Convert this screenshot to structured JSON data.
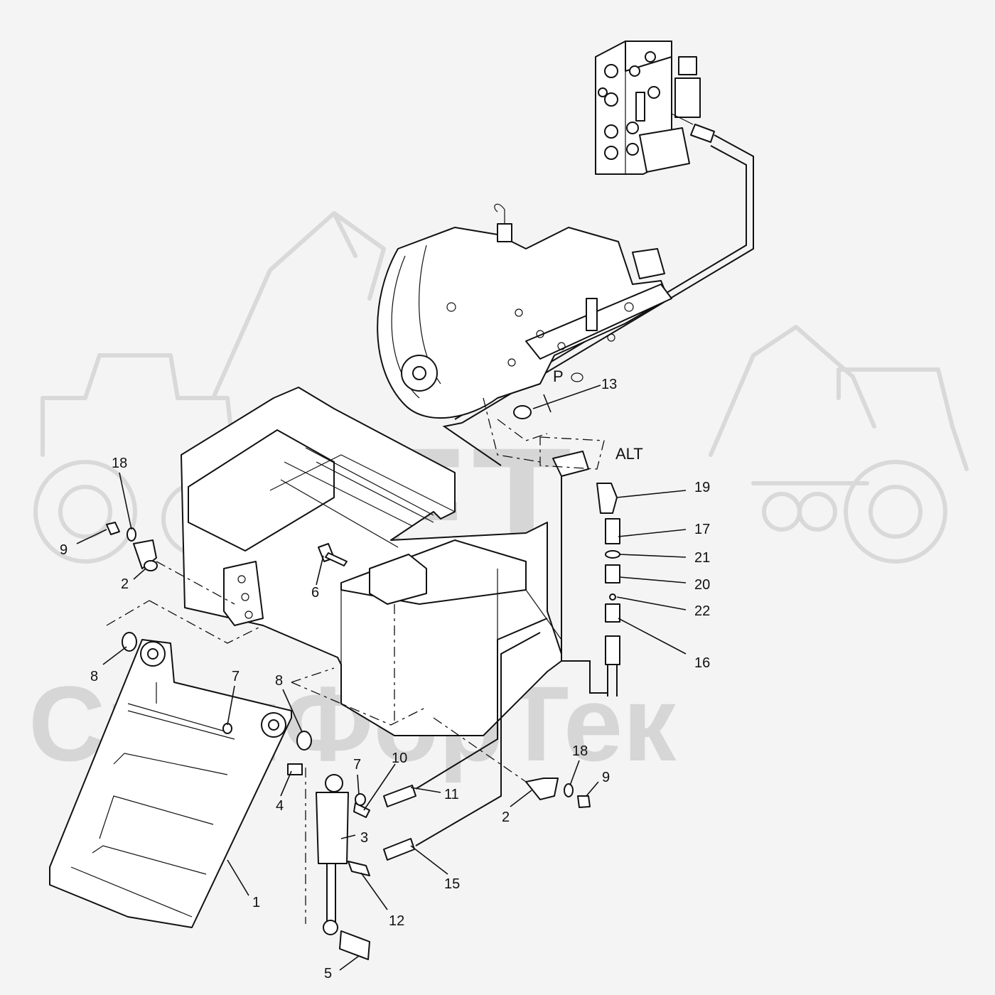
{
  "watermark": {
    "logo_text": "SFT",
    "brand_text": "СканФорТек"
  },
  "port_labels": {
    "p": "P",
    "alt": "ALT"
  },
  "callouts": [
    {
      "id": "c1",
      "text": "1"
    },
    {
      "id": "c2a",
      "text": "2"
    },
    {
      "id": "c2b",
      "text": "2"
    },
    {
      "id": "c3",
      "text": "3"
    },
    {
      "id": "c4",
      "text": "4"
    },
    {
      "id": "c5",
      "text": "5"
    },
    {
      "id": "c6",
      "text": "6"
    },
    {
      "id": "c7a",
      "text": "7"
    },
    {
      "id": "c7b",
      "text": "7"
    },
    {
      "id": "c8a",
      "text": "8"
    },
    {
      "id": "c8b",
      "text": "8"
    },
    {
      "id": "c9a",
      "text": "9"
    },
    {
      "id": "c9b",
      "text": "9"
    },
    {
      "id": "c10",
      "text": "10"
    },
    {
      "id": "c11",
      "text": "11"
    },
    {
      "id": "c12",
      "text": "12"
    },
    {
      "id": "c13",
      "text": "13"
    },
    {
      "id": "c15",
      "text": "15"
    },
    {
      "id": "c16",
      "text": "16"
    },
    {
      "id": "c17",
      "text": "17"
    },
    {
      "id": "c18a",
      "text": "18"
    },
    {
      "id": "c18b",
      "text": "18"
    },
    {
      "id": "c19",
      "text": "19"
    },
    {
      "id": "c20",
      "text": "20"
    },
    {
      "id": "c21",
      "text": "21"
    },
    {
      "id": "c22",
      "text": "22"
    }
  ]
}
